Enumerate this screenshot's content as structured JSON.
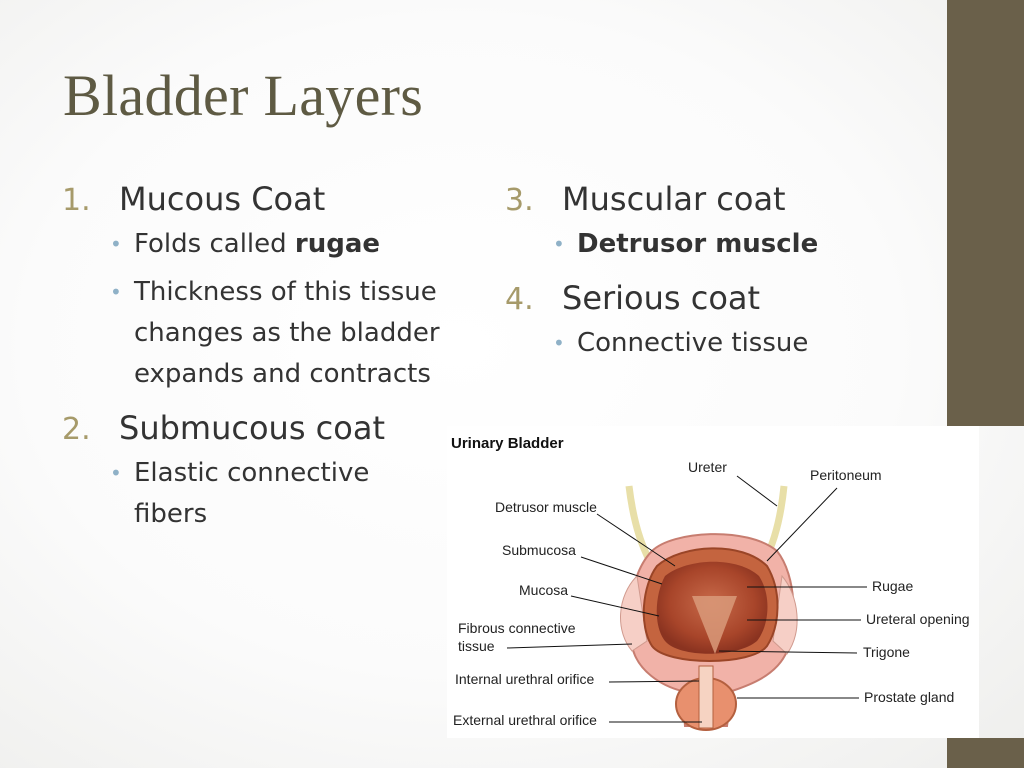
{
  "slide": {
    "title": "Bladder Layers"
  },
  "left_column": {
    "items": [
      {
        "number": "1.",
        "title": "Mucous Coat",
        "bullets": [
          {
            "plain": "Folds called ",
            "bold": "rugae"
          },
          {
            "plain": "Thickness of this tissue changes as the bladder expands and contracts",
            "bold": ""
          }
        ]
      },
      {
        "number": "2.",
        "title": "Submucous coat",
        "bullets": [
          {
            "plain": "Elastic connective fibers",
            "bold": ""
          }
        ]
      }
    ]
  },
  "right_column": {
    "items": [
      {
        "number": "3.",
        "title": "Muscular coat",
        "bullets": [
          {
            "plain": "",
            "bold": "Detrusor muscle"
          }
        ]
      },
      {
        "number": "4.",
        "title": "Serious coat",
        "bullets": [
          {
            "plain": "Connective tissue",
            "bold": ""
          }
        ]
      }
    ]
  },
  "diagram": {
    "title": "Urinary Bladder",
    "labels": {
      "ureter": "Ureter",
      "peritoneum": "Peritoneum",
      "detrusor": "Detrusor muscle",
      "submucosa": "Submucosa",
      "mucosa": "Mucosa",
      "fibrous_1": "Fibrous connective",
      "fibrous_2": "tissue",
      "internal": "Internal urethral orifice",
      "external": "External urethral orifice",
      "rugae": "Rugae",
      "ureteral": "Ureteral opening",
      "trigone": "Trigone",
      "prostate": "Prostate gland"
    }
  },
  "theme": {
    "accent_color": "#6a604a",
    "title_color": "#5e5a43",
    "number_color": "#a69a6a",
    "bullet_color": "#8fb1c7"
  }
}
